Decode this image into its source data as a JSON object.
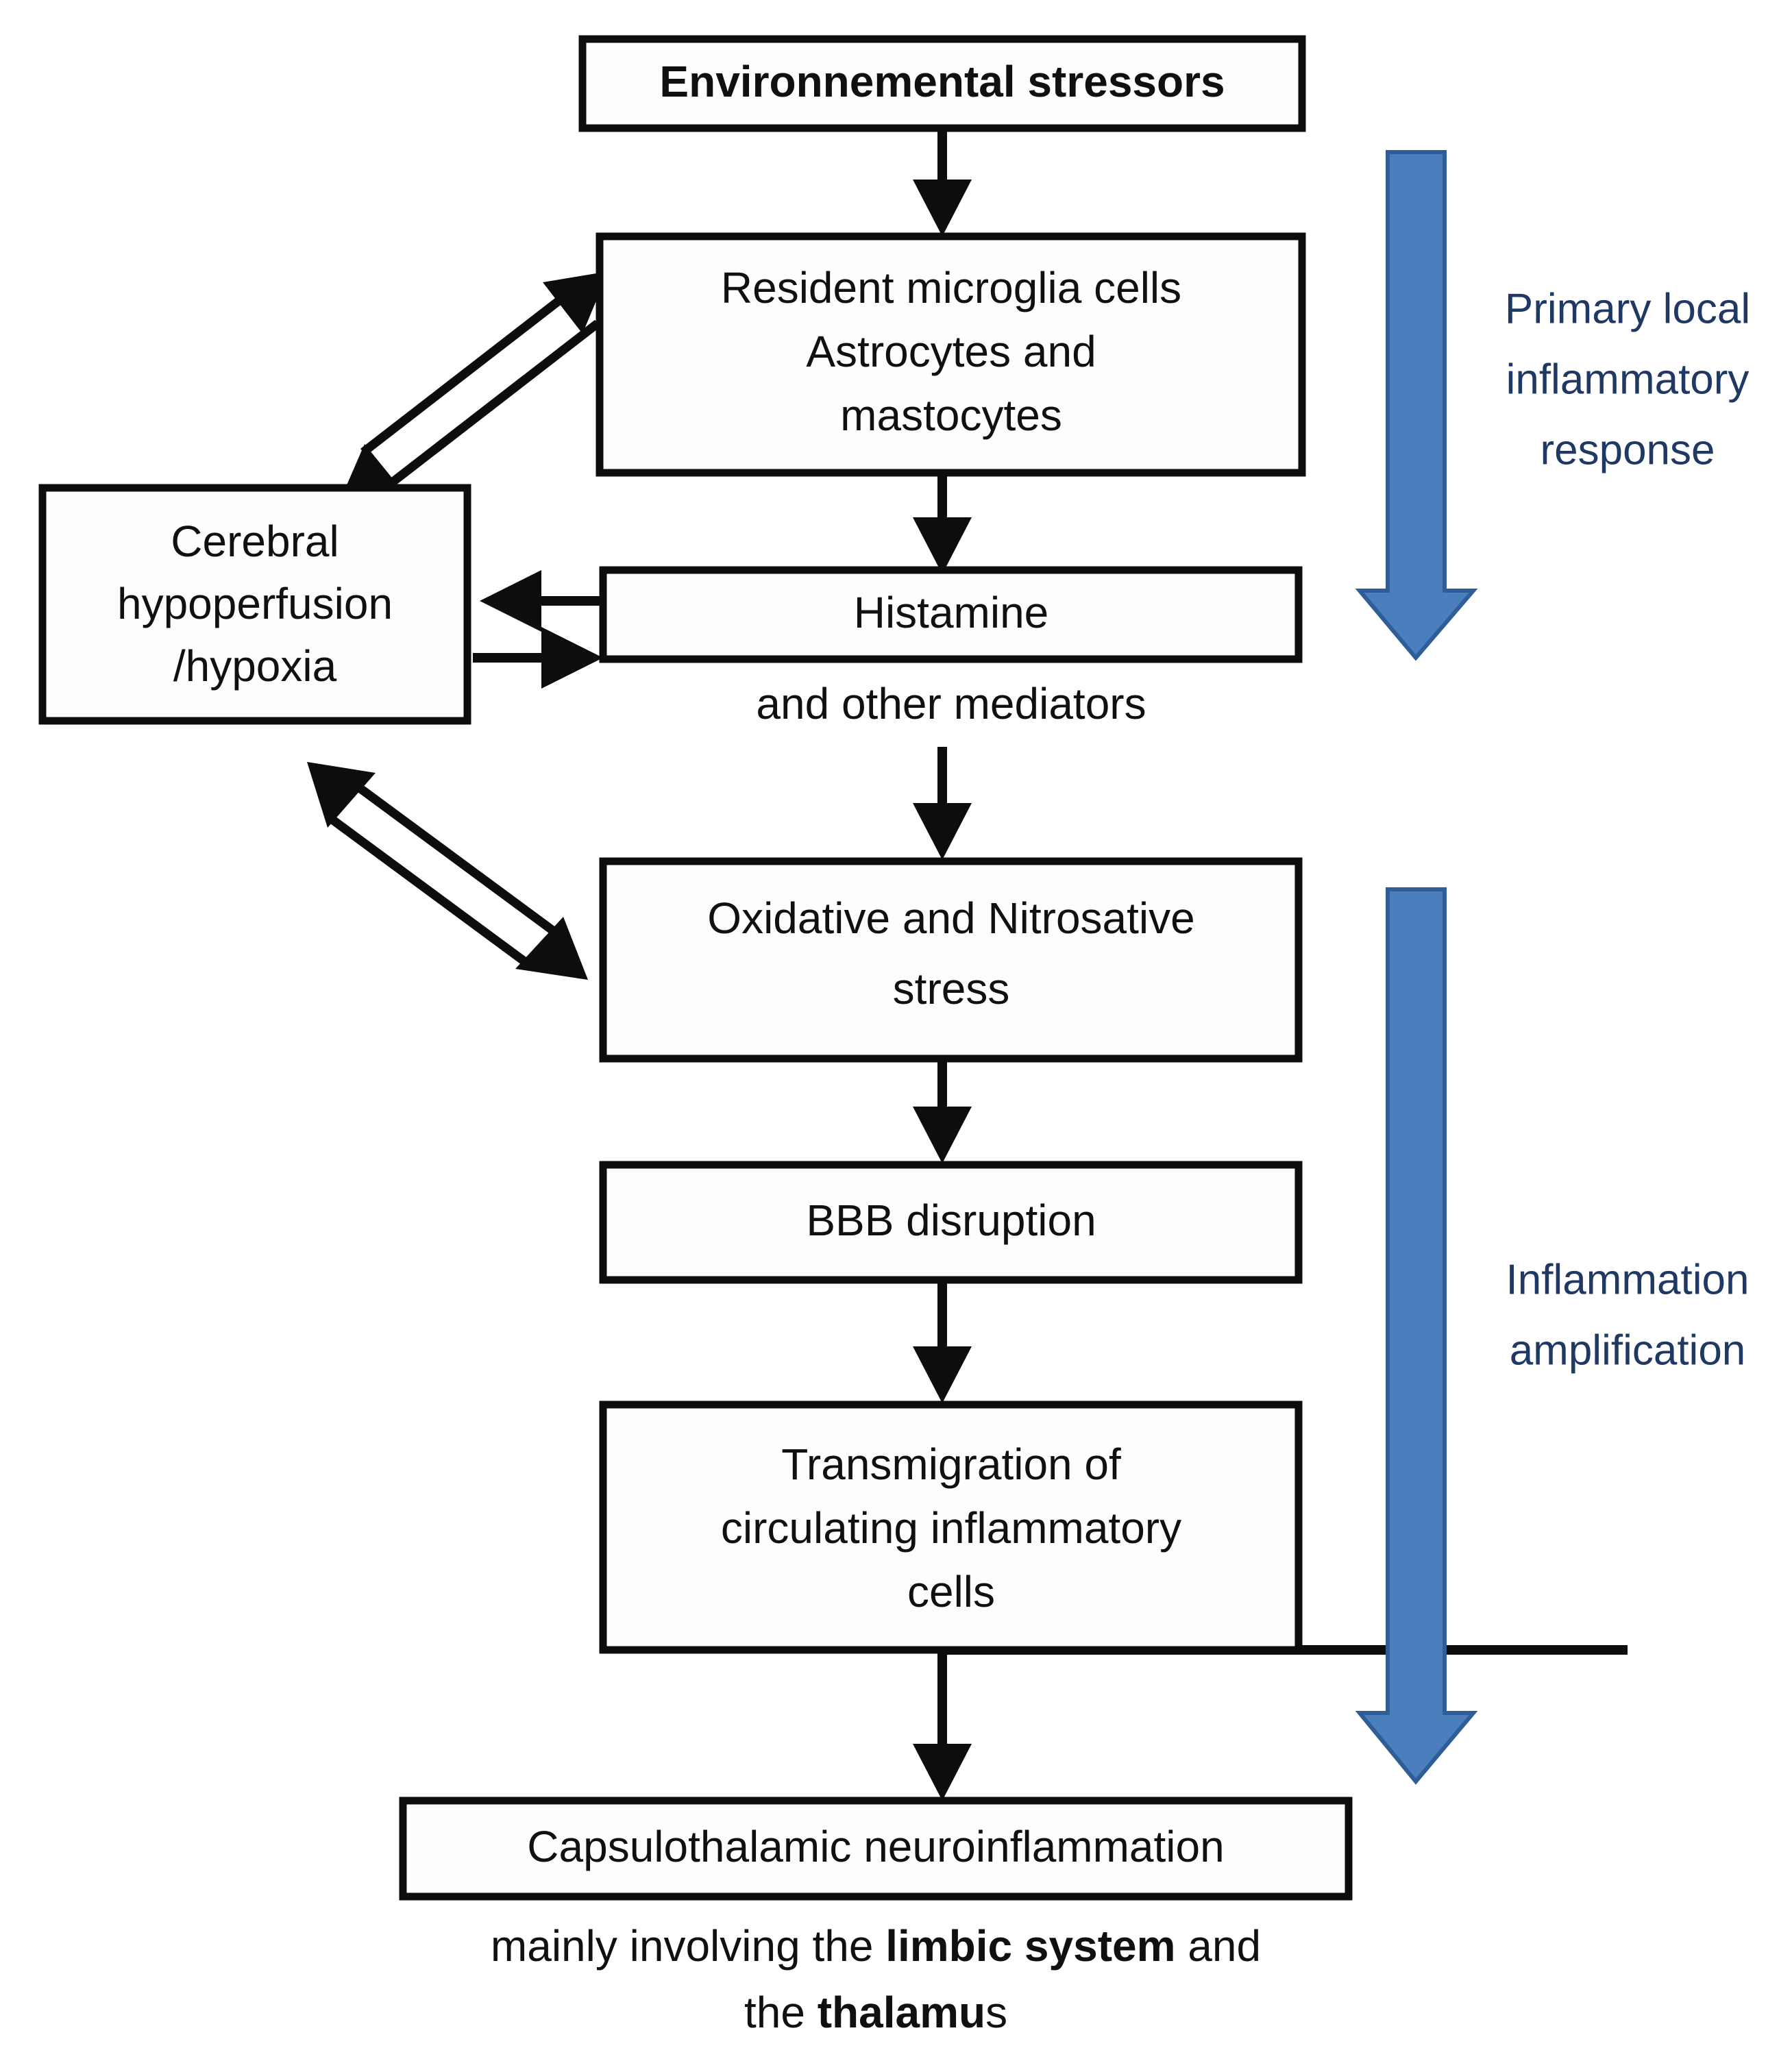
{
  "diagram": {
    "title": "Neuroinflammation cascade flowchart",
    "colors": {
      "box_border": "#0d0d0d",
      "box_fill": "#fdfdfd",
      "text": "#101010",
      "band_fill": "#4a7ebc",
      "band_stroke": "#2e5e95",
      "band_text": "#1f3864",
      "background": "#ffffff"
    },
    "nodes": {
      "environmental_stressors": {
        "label": "Environnemental stressors",
        "bold": true
      },
      "resident_cells": {
        "line1": "Resident microglia cells",
        "line2": "Astrocytes and",
        "line3": "mastocytes"
      },
      "cerebral_hypoperfusion": {
        "line1": "Cerebral",
        "line2": "hypoperfusion",
        "line3": "/hypoxia"
      },
      "histamine": {
        "label": "Histamine",
        "caption": "and other mediators"
      },
      "oxidative_stress": {
        "line1": "Oxidative and Nitrosative",
        "line2": "stress"
      },
      "bbb_disruption": {
        "label": "BBB disruption"
      },
      "transmigration": {
        "line1": "Transmigration of",
        "line2": "circulating inflammatory",
        "line3": "cells"
      },
      "capsulothalamic": {
        "label": "Capsulothalamic neuroinflammation",
        "caption_line1_a": "mainly involving the ",
        "caption_line1_b": "limbic system",
        "caption_line1_c": " and",
        "caption_line2_a": "the ",
        "caption_line2_b": "thalamu",
        "caption_line2_c": "s"
      }
    },
    "bands": {
      "primary": {
        "line1": "Primary local",
        "line2": "inflammatory",
        "line3": "response"
      },
      "amplification": {
        "line1": "Inflammation",
        "line2": "amplification"
      }
    }
  }
}
